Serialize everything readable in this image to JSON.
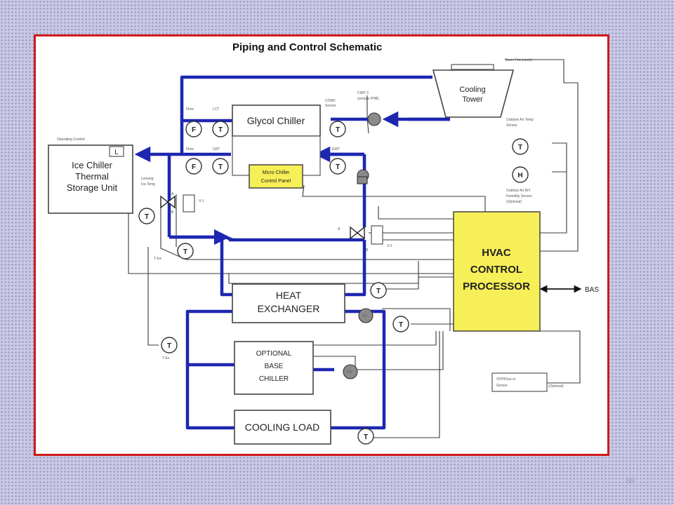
{
  "title": "Piping and Control Schematic",
  "page_number": "69",
  "components": {
    "glycol_chiller": "Glycol Chiller",
    "ice_chiller": [
      "Ice Chiller",
      "Thermal",
      "Storage Unit"
    ],
    "cooling_tower": [
      "Cooling",
      "Tower"
    ],
    "micro_panel": [
      "Micro Chiller",
      "Control Panel"
    ],
    "heat_exchanger": [
      "HEAT",
      "EXCHANGER"
    ],
    "base_chiller": [
      "OPTIONAL",
      "BASE",
      "CHILLER"
    ],
    "cooling_load": "COOLING LOAD",
    "hvac": [
      "HVAC",
      "CONTROL",
      "PROCESSOR"
    ],
    "bas": "BAS",
    "l_box": "L"
  },
  "small_labels": {
    "tower_fan": "Tower Fan (contr)",
    "tower_pump": [
      "CWP 3",
      "(ser/pre PHB)"
    ],
    "cond_sensor": [
      "COND",
      "Sensor"
    ],
    "flow_top": "Flow",
    "lct": "LCT",
    "flow_mid": "Flow",
    "lwt": "LWT",
    "ewt": "EWT",
    "operating": "Operating Control",
    "leaving": [
      "Leaving",
      "Ice Temp"
    ],
    "v1": "V-1",
    "v2": "V-2",
    "outdoor_temp": [
      "Outdoor Air Temp",
      "Sensor"
    ],
    "outdoor_rh": [
      "Outdoor Air RH",
      "Humidity Sensor",
      "(Optional)"
    ],
    "t_ice": "T-Ice",
    "t_ex": "T-Ex",
    "v_sensor": [
      "VFP/Flow or",
      "Sensor"
    ],
    "optional": "(Optional)",
    "a1": "A",
    "b1": "B",
    "a2": "A",
    "b2": "B",
    "p1": "P1",
    "p2": "P2"
  },
  "sensor_glyphs": {
    "flow": "F",
    "temp": "T",
    "humidity": "H"
  },
  "colors": {
    "frame_border": "#d01818",
    "pipe": "#1d27b0",
    "hvac_fill": "#f7ef57",
    "background": "#c9c9e6"
  },
  "icons": [
    "arrow-icon",
    "pump-icon",
    "valve-icon",
    "sensor-icon"
  ]
}
